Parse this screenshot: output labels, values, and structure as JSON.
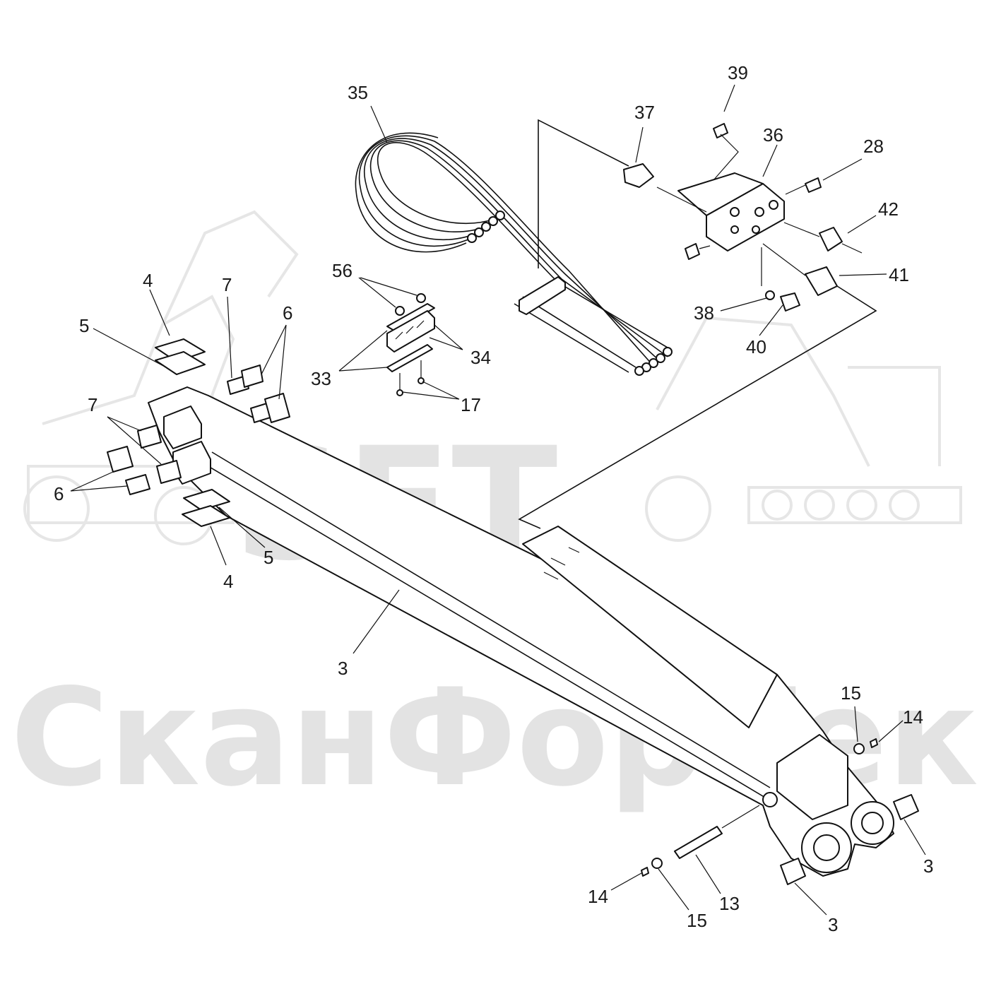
{
  "watermark": {
    "brand": "SFT",
    "company": "СканФорТек",
    "color": "#e3e3e3"
  },
  "callouts": [
    {
      "id": "c35",
      "text": "35"
    },
    {
      "id": "c39",
      "text": "39"
    },
    {
      "id": "c37",
      "text": "37"
    },
    {
      "id": "c36",
      "text": "36"
    },
    {
      "id": "c28",
      "text": "28"
    },
    {
      "id": "c42",
      "text": "42"
    },
    {
      "id": "c41",
      "text": "41"
    },
    {
      "id": "c38",
      "text": "38"
    },
    {
      "id": "c40",
      "text": "40"
    },
    {
      "id": "c56",
      "text": "56"
    },
    {
      "id": "c34",
      "text": "34"
    },
    {
      "id": "c33",
      "text": "33"
    },
    {
      "id": "c17",
      "text": "17"
    },
    {
      "id": "c4a",
      "text": "4"
    },
    {
      "id": "c5a",
      "text": "5"
    },
    {
      "id": "c7a",
      "text": "7"
    },
    {
      "id": "c6a",
      "text": "6"
    },
    {
      "id": "c7b",
      "text": "7"
    },
    {
      "id": "c6b",
      "text": "6"
    },
    {
      "id": "c5b",
      "text": "5"
    },
    {
      "id": "c4b",
      "text": "4"
    },
    {
      "id": "c3a",
      "text": "3"
    },
    {
      "id": "c15a",
      "text": "15"
    },
    {
      "id": "c14a",
      "text": "14"
    },
    {
      "id": "c3b",
      "text": "3"
    },
    {
      "id": "c14b",
      "text": "14"
    },
    {
      "id": "c15b",
      "text": "15"
    },
    {
      "id": "c13",
      "text": "13"
    },
    {
      "id": "c3c",
      "text": "3"
    }
  ]
}
